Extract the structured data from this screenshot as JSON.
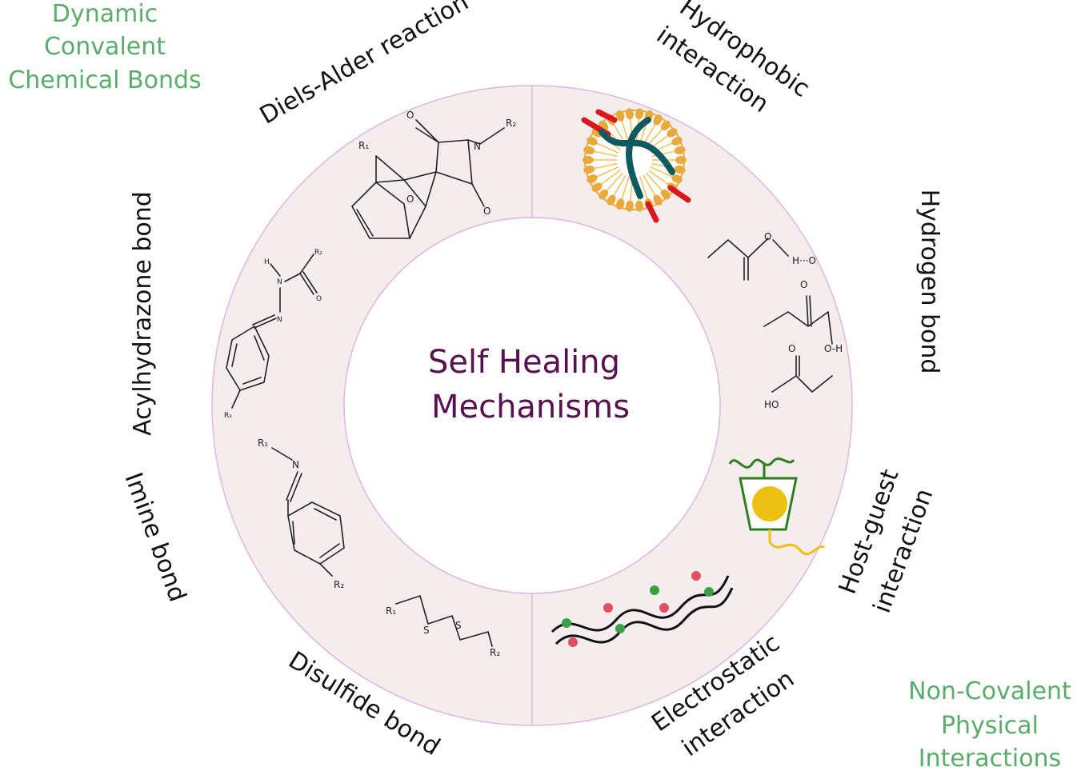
{
  "groups": {
    "covalent": [
      "Dynamic",
      "Convalent",
      "Chemical Bonds"
    ],
    "noncovalent": [
      "Non-Covalent",
      "Physical",
      "Interactions"
    ]
  },
  "center": {
    "line1": "Self Healing",
    "line2": "Mechanisms"
  },
  "mechanisms": {
    "diels_alder": "Diels-Alder reaction",
    "hydrophobic": [
      "Hydrophobic",
      "interaction"
    ],
    "hydrogen": "Hydrogen bond",
    "host_guest": [
      "Host-guest",
      "interaction"
    ],
    "electrostatic": [
      "Electrostatic",
      "interaction"
    ],
    "disulfide": "Disulfide bond",
    "imine": "Imine bond",
    "acylhydrazone": "Acylhydrazone bond"
  },
  "atoms": {
    "r1": "R₁",
    "r2": "R₂",
    "n": "N",
    "o": "O",
    "h": "H",
    "s": "S",
    "oh": "HO",
    "h_dots": "H···O",
    "o_h": "O-H"
  },
  "colors": {
    "ring_fill": "#f4eced",
    "ring_stroke": "#e0b5e2",
    "center_text": "#5a1050",
    "group_text": "#5aac6a",
    "micelle_head": "#e9a93c",
    "micelle_tail": "#f1c05a",
    "polymer_teal": "#0e5a60",
    "marker_red": "#d9171d",
    "host_green": "#2e7d1f",
    "guest_yellow": "#edc014",
    "charge_red": "#e05060",
    "charge_green": "#3aa047"
  }
}
